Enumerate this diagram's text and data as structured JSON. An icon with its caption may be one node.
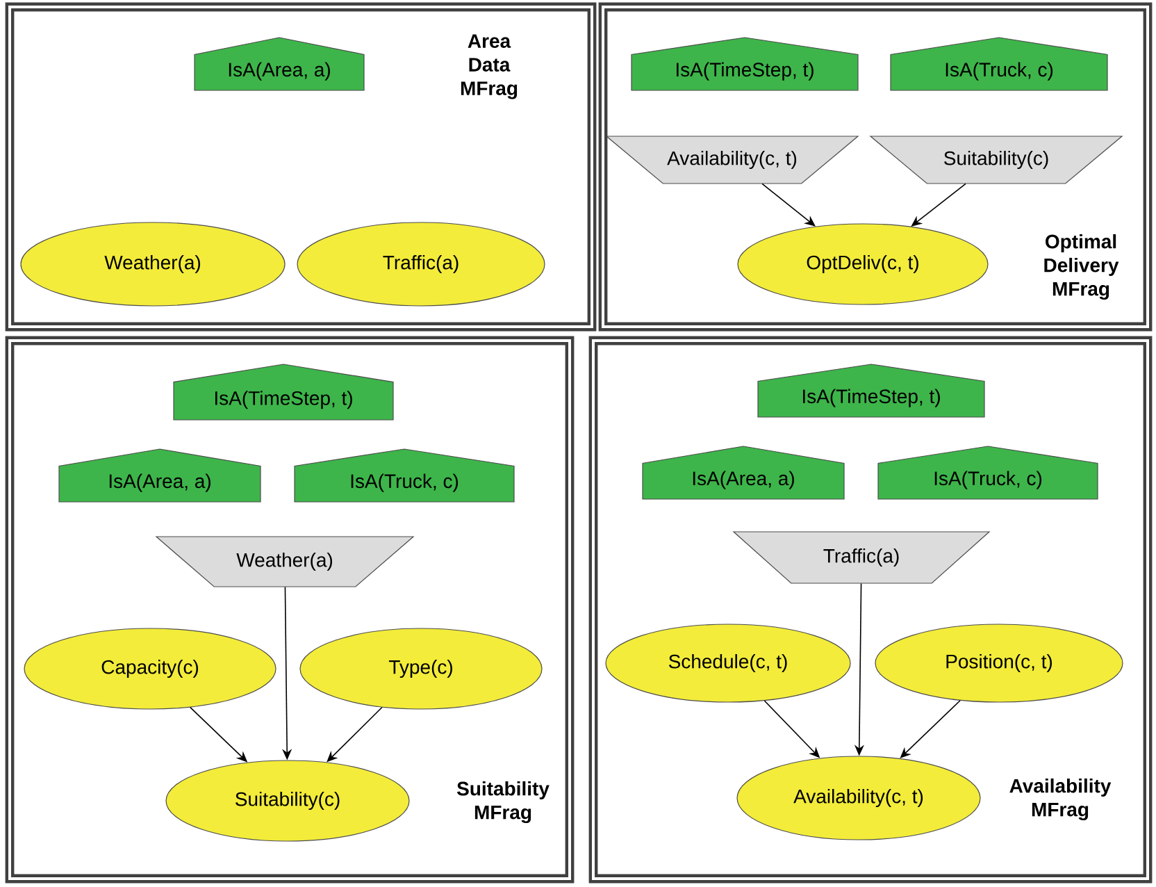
{
  "diagram": {
    "nodes": [
      {
        "text": [
          "Area Data MFrag"
        ]
      },
      {
        "text": [
          "IsA(Area, a)"
        ],
        "in": 0
      },
      {
        "text": [
          "Weather(a)"
        ],
        "in": 0
      },
      {
        "text": [
          "Traffic(a)"
        ],
        "in": 0
      },
      {
        "text": [
          "Optimal Delivery MFrag"
        ]
      },
      {
        "text": [
          "IsA(TimeStep, t)"
        ],
        "in": 4
      },
      {
        "text": [
          "IsA(Truck, c)"
        ],
        "in": 4
      },
      {
        "text": [
          "Availability(c, t)"
        ],
        "in": 4
      },
      {
        "text": [
          "Suitability(c)"
        ],
        "in": 4
      },
      {
        "text": [
          "OptDeliv(c, t)"
        ],
        "in": 4
      },
      {
        "text": [
          "Suitability MFrag"
        ]
      },
      {
        "text": [
          "IsA(TimeStep, t)"
        ],
        "in": 10
      },
      {
        "text": [
          "IsA(Area, a)"
        ],
        "in": 10
      },
      {
        "text": [
          "IsA(Truck, c)"
        ],
        "in": 10
      },
      {
        "text": [
          "Weather(a)"
        ],
        "in": 10
      },
      {
        "text": [
          "Capacity(c)"
        ],
        "in": 10
      },
      {
        "text": [
          "Type(c)"
        ],
        "in": 10
      },
      {
        "text": [
          "Suitability(c)"
        ],
        "in": 10
      },
      {
        "text": [
          "Availability MFrag"
        ]
      },
      {
        "text": [
          "IsA(TimeStep, t)"
        ],
        "in": 18
      },
      {
        "text": [
          "IsA(Area, a)"
        ],
        "in": 18
      },
      {
        "text": [
          "IsA(Truck, c)"
        ],
        "in": 18
      },
      {
        "text": [
          "Traffic(a)"
        ],
        "in": 18
      },
      {
        "text": [
          "Schedule(c, t)"
        ],
        "in": 18
      },
      {
        "text": [
          "Position(c, t)"
        ],
        "in": 18
      },
      {
        "text": [
          "Availability(c, t)"
        ],
        "in": 18
      }
    ],
    "edges": [
      {
        "from": 7,
        "to": 9,
        "arrow": "to"
      },
      {
        "from": 8,
        "to": 9,
        "arrow": "to"
      },
      {
        "from": 14,
        "to": 17,
        "arrow": "to"
      },
      {
        "from": 15,
        "to": 17,
        "arrow": "to"
      },
      {
        "from": 16,
        "to": 17,
        "arrow": "to"
      },
      {
        "from": 22,
        "to": 25,
        "arrow": "to"
      },
      {
        "from": 23,
        "to": 25,
        "arrow": "to"
      },
      {
        "from": 24,
        "to": 25,
        "arrow": "to"
      }
    ]
  }
}
